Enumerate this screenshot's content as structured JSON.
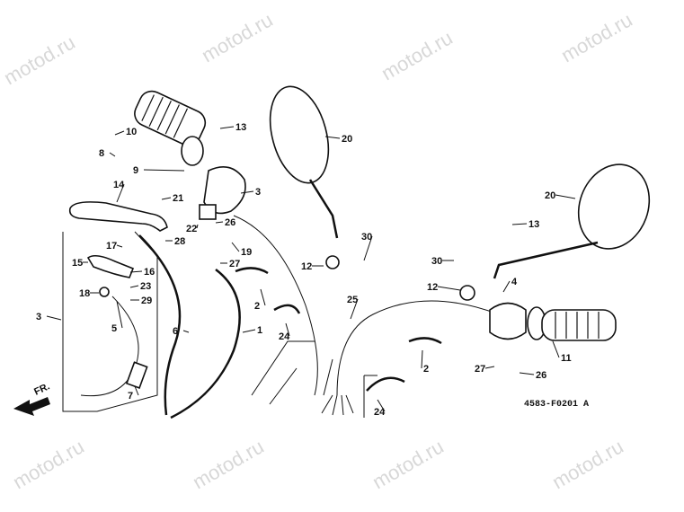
{
  "watermark": "motod.ru",
  "drawing_code": "4583-F0201 A",
  "direction_label": "FR.",
  "callouts": [
    "10",
    "8",
    "9",
    "13",
    "20",
    "3",
    "14",
    "21",
    "22",
    "28",
    "26",
    "19",
    "27",
    "17",
    "15",
    "16",
    "23",
    "29",
    "18",
    "5",
    "3",
    "6",
    "1",
    "2",
    "24",
    "7",
    "30",
    "12",
    "25",
    "30",
    "12",
    "4",
    "13",
    "20",
    "11",
    "2",
    "27",
    "26",
    "24"
  ]
}
